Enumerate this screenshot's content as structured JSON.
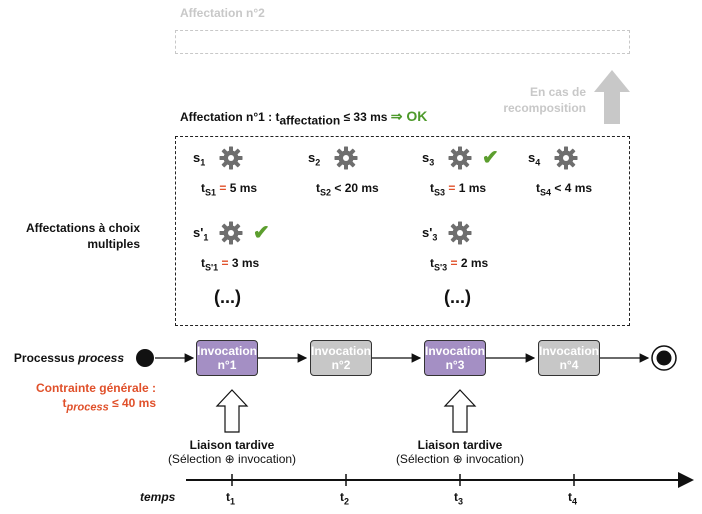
{
  "affectation2": {
    "title": "Affectation n°2"
  },
  "recomposition": {
    "line1": "En cas de",
    "line2": "recomposition"
  },
  "affectation1": {
    "title_prefix": "Affectation n°1 : t",
    "title_sub": "affectation",
    "title_suffix": " ≤ 33 ms",
    "ok": "⇒ OK"
  },
  "left_labels": {
    "multiple_line1": "Affectations à choix",
    "multiple_line2": "multiples",
    "process_prefix": "Processus ",
    "process_italic": "process",
    "constraint_line1": "Contrainte générale :",
    "constraint_t": "t",
    "constraint_sub": "process",
    "constraint_suffix": " ≤ 40 ms"
  },
  "services": [
    {
      "name": "s",
      "sub": "1",
      "time_sub": "S1",
      "op": " = ",
      "value": "5 ms",
      "op_red": true,
      "checked": false
    },
    {
      "name": "s",
      "sub": "2",
      "time_sub": "S2",
      "op": " < ",
      "value": "20 ms",
      "op_red": false,
      "checked": false
    },
    {
      "name": "s",
      "sub": "3",
      "time_sub": "S3",
      "op": " = ",
      "value": "1 ms",
      "op_red": true,
      "checked": true
    },
    {
      "name": "s",
      "sub": "4",
      "time_sub": "S4",
      "op": " < ",
      "value": "4 ms",
      "op_red": false,
      "checked": false
    },
    {
      "name": "s'",
      "sub": "1",
      "time_sub": "S'1",
      "op": " = ",
      "value": "3 ms",
      "op_red": true,
      "checked": true
    },
    {
      "name": "s'",
      "sub": "3",
      "time_sub": "S'3",
      "op": " = ",
      "value": "2 ms",
      "op_red": true,
      "checked": false
    }
  ],
  "time_letter": "t",
  "ellipsis": "(...)",
  "invocations": [
    {
      "line1": "Invocation",
      "line2": "n°1",
      "state": "selected"
    },
    {
      "line1": "Invocation",
      "line2": "n°2",
      "state": "pending"
    },
    {
      "line1": "Invocation",
      "line2": "n°3",
      "state": "selected"
    },
    {
      "line1": "Invocation",
      "line2": "n°4",
      "state": "pending"
    }
  ],
  "late_binding": {
    "title": "Liaison tardive",
    "caption": "(Sélection ⊕ invocation)"
  },
  "timeline": {
    "label": "temps",
    "ticks": [
      {
        "t": "t",
        "sub": "1"
      },
      {
        "t": "t",
        "sub": "2"
      },
      {
        "t": "t",
        "sub": "3"
      },
      {
        "t": "t",
        "sub": "4"
      }
    ]
  },
  "colors": {
    "selected": "#a48fc4",
    "pending": "#c7c7c7",
    "ok_green": "#4e9a2c",
    "constraint_red": "#e0502a",
    "gear": "#6e6e6e",
    "muted": "#c8c8c8"
  }
}
